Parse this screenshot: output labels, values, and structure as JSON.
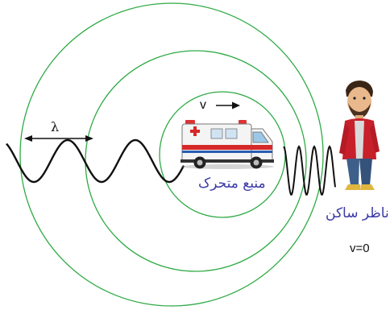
{
  "labels": {
    "lambda": "λ",
    "velocity": "v",
    "moving_source": "منبع متحرک",
    "stationary_observer": "ناظر ساکن",
    "observer_velocity": "v=0"
  },
  "colors": {
    "wavefront": "#2eaa44",
    "wave": "#111111",
    "persian_text": "#3a3aa8"
  },
  "icons": {
    "source": "ambulance-icon",
    "observer": "person-icon"
  }
}
